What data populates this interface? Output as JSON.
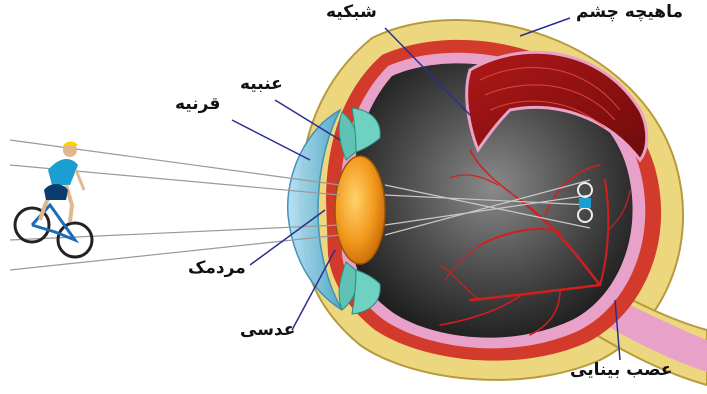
{
  "labels": {
    "retina": "شبکیه",
    "eye_muscle": "ماهیچه چشم",
    "iris": "عنبیه",
    "cornea": "قرنیه",
    "pupil": "مردمک",
    "lens": "عدسی",
    "optic_nerve": "عصب بینایی"
  },
  "colors": {
    "sclera": "#ecd77e",
    "choroid": "#d23a2c",
    "retina": "#e8a1c8",
    "interior": "#3a3a3a",
    "lens": "#f39a1e",
    "cornea": "#7fc3e3",
    "iris": "#5fc2b4",
    "blood_vessels": "#d41e1e",
    "leader_lines": "#2a2f8f"
  }
}
